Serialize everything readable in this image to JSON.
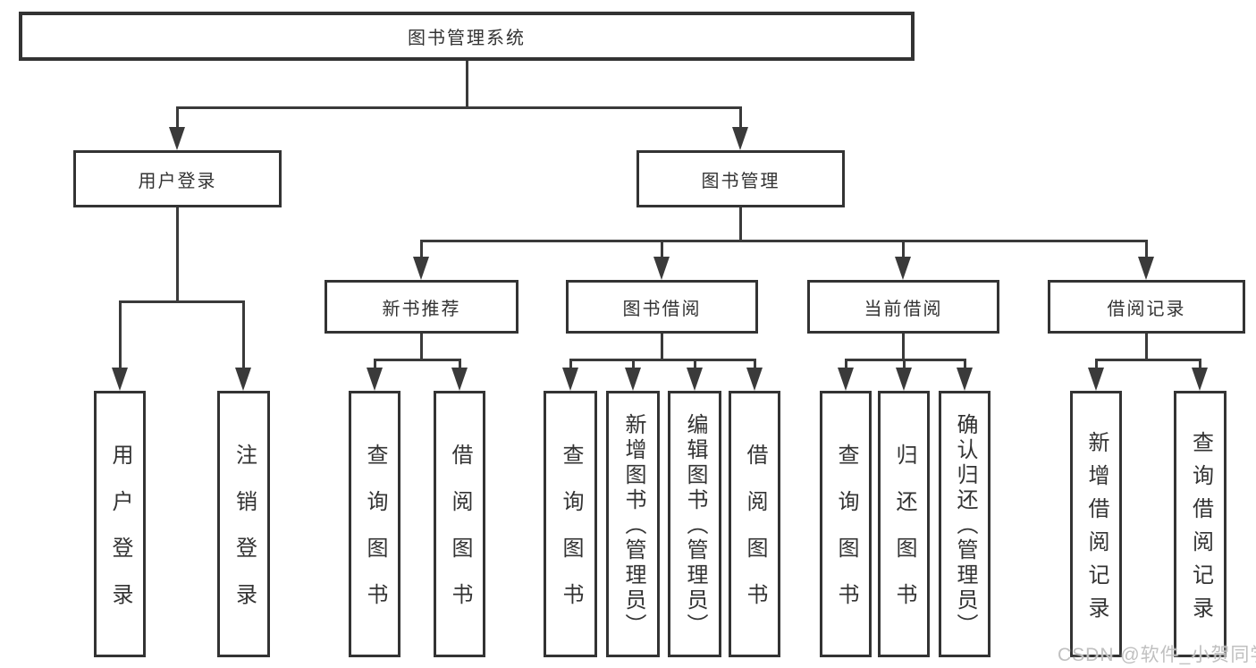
{
  "page": {
    "background": "#ffffff"
  },
  "colors": {
    "line": "#3a3a3a",
    "box_border": "#333333",
    "text": "#333333",
    "watermark": "#c0c0c0"
  },
  "watermark": {
    "text": "CSDN @软件_小贺同学"
  },
  "tree": {
    "label": "图书管理系统",
    "children": [
      {
        "label": "用户登录",
        "children": [
          {
            "label": "用户登录"
          },
          {
            "label": "注销登录"
          }
        ]
      },
      {
        "label": "图书管理",
        "children": [
          {
            "label": "新书推荐",
            "children": [
              {
                "label": "查询图书"
              },
              {
                "label": "借阅图书"
              }
            ]
          },
          {
            "label": "图书借阅",
            "children": [
              {
                "label": "查询图书"
              },
              {
                "label": "新增图书（管理员）"
              },
              {
                "label": "编辑图书（管理员）"
              },
              {
                "label": "借阅图书"
              }
            ]
          },
          {
            "label": "当前借阅",
            "children": [
              {
                "label": "查询图书"
              },
              {
                "label": "归还图书"
              },
              {
                "label": "确认归还（管理员）"
              }
            ]
          },
          {
            "label": "借阅记录",
            "children": [
              {
                "label": "新增借阅记录"
              },
              {
                "label": "查询借阅记录"
              }
            ]
          }
        ]
      }
    ]
  }
}
